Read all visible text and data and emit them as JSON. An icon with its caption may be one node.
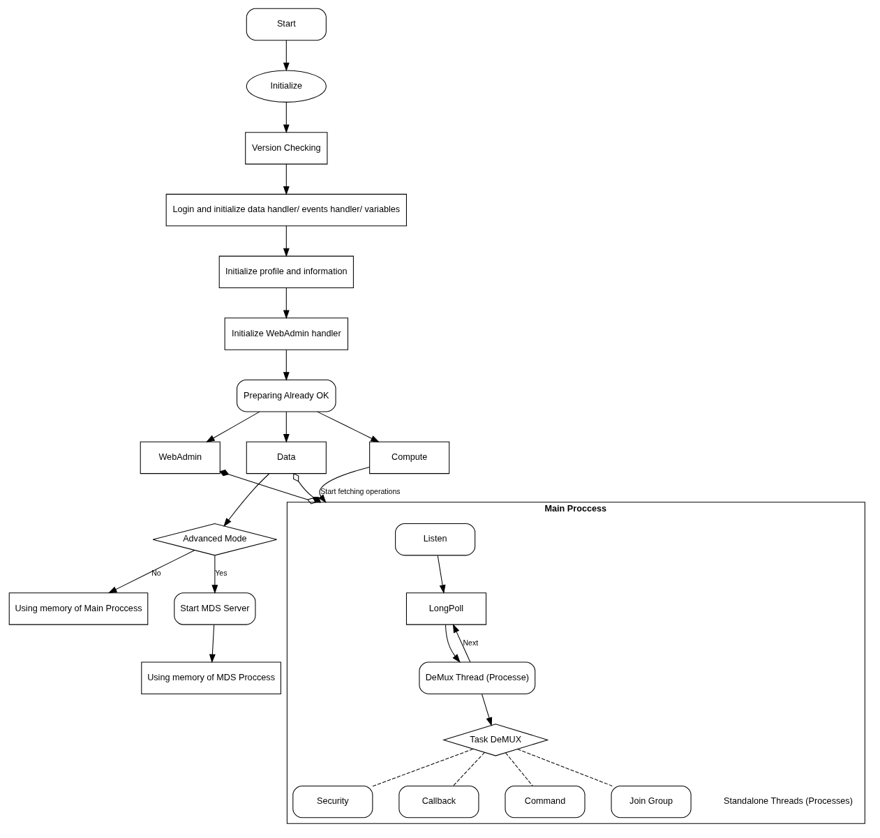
{
  "diagram": {
    "nodes": [
      {
        "text": [
          "Start"
        ]
      },
      {
        "text": [
          "Initialize"
        ]
      },
      {
        "text": [
          "Version Checking"
        ]
      },
      {
        "text": [
          "Login and initialize data handler/ events handler/ variables"
        ]
      },
      {
        "text": [
          "Initialize profile and information"
        ]
      },
      {
        "text": [
          "Initialize WebAdmin handler"
        ]
      },
      {
        "text": [
          "Preparing Already OK"
        ]
      },
      {
        "text": [
          "WebAdmin"
        ]
      },
      {
        "text": [
          "Data"
        ]
      },
      {
        "text": [
          "Compute"
        ]
      },
      {
        "text": [
          "Advanced Mode"
        ]
      },
      {
        "text": [
          "Using memory of Main Proccess"
        ]
      },
      {
        "text": [
          "Start MDS Server"
        ]
      },
      {
        "text": [
          "Using memory of MDS Proccess"
        ]
      },
      {
        "text": [
          "Main Proccess"
        ]
      },
      {
        "text": [
          "Listen"
        ],
        "in": 14
      },
      {
        "text": [
          "LongPoll"
        ],
        "in": 14
      },
      {
        "text": [
          "DeMux Thread (Processe)"
        ],
        "in": 14
      },
      {
        "text": [
          "Task DeMUX"
        ],
        "in": 14
      },
      {
        "text": [
          "Security"
        ],
        "in": 14
      },
      {
        "text": [
          "Callback"
        ],
        "in": 14
      },
      {
        "text": [
          "Command"
        ],
        "in": 14
      },
      {
        "text": [
          "Join Group"
        ],
        "in": 14
      }
    ],
    "edges": [
      {
        "from": 0,
        "to": 1,
        "arrow": "to"
      },
      {
        "from": 1,
        "to": 2,
        "arrow": "to"
      },
      {
        "from": 2,
        "to": 3,
        "arrow": "to"
      },
      {
        "from": 3,
        "to": 4,
        "arrow": "to"
      },
      {
        "from": 4,
        "to": 5,
        "arrow": "to"
      },
      {
        "from": 5,
        "to": 6,
        "arrow": "to"
      },
      {
        "from": 6,
        "to": 7,
        "arrow": "to"
      },
      {
        "from": 6,
        "to": 8,
        "arrow": "to"
      },
      {
        "from": 6,
        "to": 9,
        "arrow": "to"
      },
      {
        "from": 8,
        "to": 10,
        "arrow": "to"
      },
      {
        "from": 10,
        "to": 11,
        "label": "No",
        "arrow": "to"
      },
      {
        "from": 10,
        "to": 12,
        "label": "Yes",
        "arrow": "to"
      },
      {
        "from": 12,
        "to": 13,
        "arrow": "to"
      },
      {
        "from": 9,
        "to": 14,
        "label": "Start fetching operations",
        "arrow": "to"
      },
      {
        "from": 14,
        "to": 8,
        "arrow": "other"
      },
      {
        "from": 7,
        "to": 14,
        "arrow": "other"
      },
      {
        "from": 15,
        "to": 16,
        "arrow": "to"
      },
      {
        "from": 16,
        "to": 17,
        "arrow": "to"
      },
      {
        "from": 17,
        "to": 16,
        "label": "Next",
        "arrow": "to"
      },
      {
        "from": 17,
        "to": 18,
        "arrow": "to"
      },
      {
        "from": 18,
        "to": 19,
        "arrow": "none",
        "style": "dashed"
      },
      {
        "from": 18,
        "to": 20,
        "arrow": "none",
        "style": "dashed"
      },
      {
        "from": 18,
        "to": 21,
        "arrow": "none",
        "style": "dashed"
      },
      {
        "from": 18,
        "to": 22,
        "arrow": "none",
        "style": "dashed"
      }
    ],
    "labels": [
      "Standalone Threads (Processes)"
    ]
  }
}
